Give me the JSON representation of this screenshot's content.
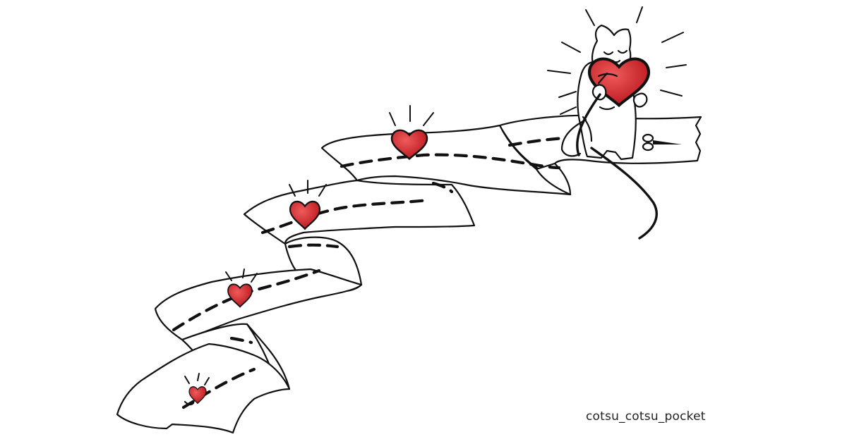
{
  "credit": {
    "text": "cotsu_cotsu_pocket"
  },
  "colors": {
    "heart_red": "#d01f26",
    "heart_highlight": "#ef5b5b",
    "ink": "#111111",
    "background": "#ffffff"
  },
  "icons": [
    "heart-icon",
    "scissors-icon",
    "cat-illustration",
    "sewing-thread"
  ]
}
